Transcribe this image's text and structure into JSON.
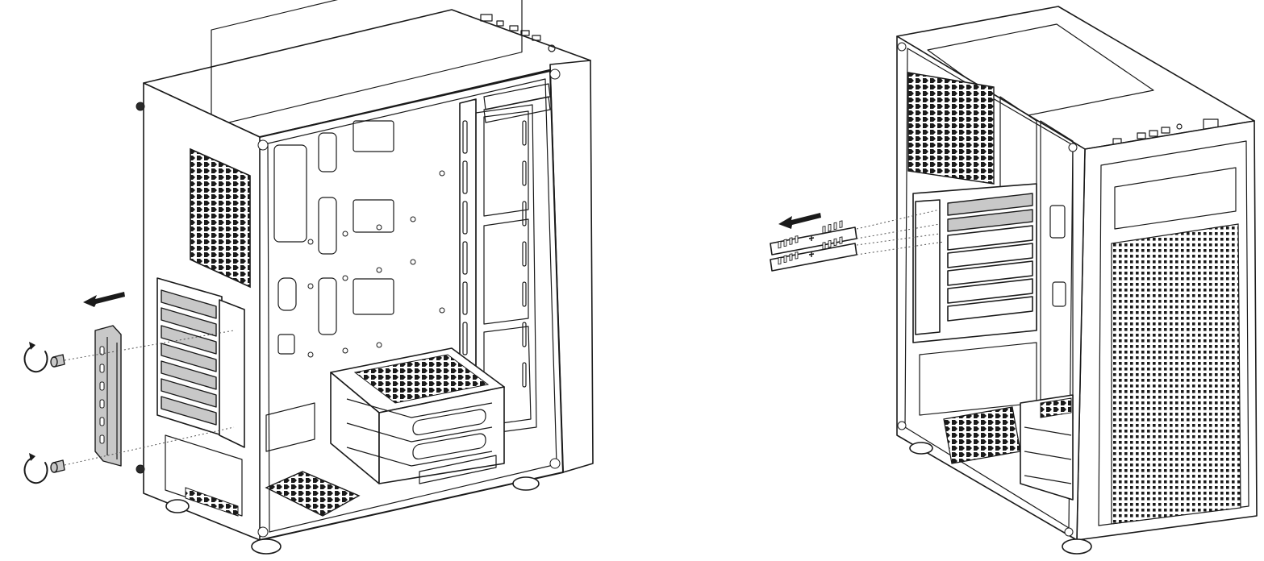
{
  "figure": {
    "panels": [
      {
        "id": "left",
        "view": "rear-angled",
        "components": [
          "pci-bracket",
          "thumbscrew",
          "thumbscrew",
          "removal-arrow"
        ]
      },
      {
        "id": "right",
        "view": "front-angled",
        "components": [
          "slot-cover",
          "slot-cover",
          "removal-arrow"
        ]
      }
    ],
    "colors": {
      "line": "#1a1a1a",
      "part_fill": "#c8c8c8",
      "background": "#ffffff"
    }
  }
}
